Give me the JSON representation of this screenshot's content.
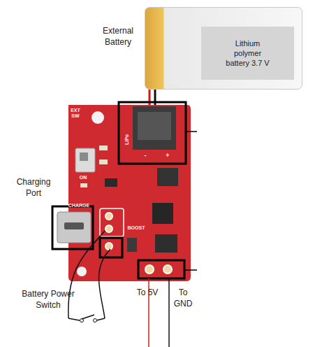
{
  "diagram": {
    "nodes": [
      {
        "text": [
          "External Battery"
        ]
      },
      {
        "text": [
          "Lithium polymer battery 3.7 V"
        ],
        "in": 0
      }
    ],
    "labels": [
      "Charging Port",
      "Battery Power Switch",
      "To 5V",
      "To GND",
      "EXT SW",
      "ON",
      "CHARGE",
      "LiPo",
      "BOOST",
      "-",
      "+"
    ]
  }
}
